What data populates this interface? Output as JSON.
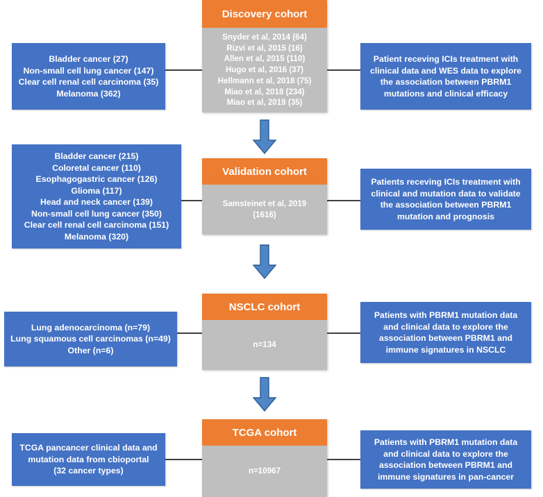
{
  "colors": {
    "blue": "#4472C4",
    "orange": "#ED7D31",
    "gray": "#BFBFBF",
    "connector": "#3F3F3F",
    "arrow_fill": "#4E86C6",
    "arrow_stroke": "#2E5C94",
    "text_on_blue": "#FFFFFF",
    "text_on_gray": "#FFFFFF",
    "background": "#FFFFFF"
  },
  "rows": [
    {
      "id": "discovery",
      "left": {
        "lines": [
          "Bladder cancer (27)",
          "Non-small cell lung cancer (147)",
          "Clear cell renal cell carcinoma (35)",
          "Melanoma (362)"
        ]
      },
      "center": {
        "title": "Discovery cohort",
        "lines": [
          "Snyder et al, 2014 (64)",
          "Rizvi et al, 2015 (16)",
          "Allen et al, 2015 (110)",
          "Hugo et al, 2016 (37)",
          "Hellmann et al, 2018 (75)",
          "Miao et al, 2018 (234)",
          "Miao et al, 2019 (35)"
        ]
      },
      "right": {
        "lines": [
          "Patient receving ICIs treatment with",
          "clinical data and WES data to explore",
          "the association between PBRM1",
          "mutations and clinical efficacy"
        ]
      }
    },
    {
      "id": "validation",
      "left": {
        "lines": [
          "Bladder cancer (215)",
          "Coloretal cancer (110)",
          "Esophagogastric cancer (126)",
          "Glioma (117)",
          "Head and neck cancer (139)",
          "Non-small cell lung cancer (350)",
          "Clear cell renal cell carcinoma (151)",
          "Melanoma (320)"
        ]
      },
      "center": {
        "title": "Validation cohort",
        "lines": [
          "Samsteinet et al, 2019",
          "(1616)"
        ]
      },
      "right": {
        "lines": [
          "Patients receving ICIs treatment with",
          "clinical and mutation data to validate",
          "the association between PBRM1",
          "mutation and prognosis"
        ]
      }
    },
    {
      "id": "nsclc",
      "left": {
        "lines": [
          "Lung adenocarcinoma (n=79)",
          "Lung squamous cell carcinomas (n=49)",
          "Other (n=6)"
        ]
      },
      "center": {
        "title": "NSCLC cohort",
        "lines": [
          "n=134"
        ]
      },
      "right": {
        "lines": [
          "Patients with PBRM1 mutation data",
          "and clinical data to explore the",
          "association between PBRM1 and",
          "immune signatures in NSCLC"
        ]
      }
    },
    {
      "id": "tcga",
      "left": {
        "lines": [
          "TCGA pancancer clinical data and",
          "mutation data from cbioportal",
          "(32 cancer types)"
        ]
      },
      "center": {
        "title": "TCGA cohort",
        "lines": [
          "n=10967"
        ]
      },
      "right": {
        "lines": [
          "Patients with PBRM1 mutation data",
          "and clinical data to explore the",
          "association between PBRM1 and",
          "immune signatures in pan-cancer"
        ]
      }
    }
  ],
  "arrows": [
    {
      "name": "arrow-discovery-to-validation",
      "direction": "down"
    },
    {
      "name": "arrow-validation-to-nsclc",
      "direction": "down"
    },
    {
      "name": "arrow-nsclc-to-tcga",
      "direction": "down"
    }
  ]
}
